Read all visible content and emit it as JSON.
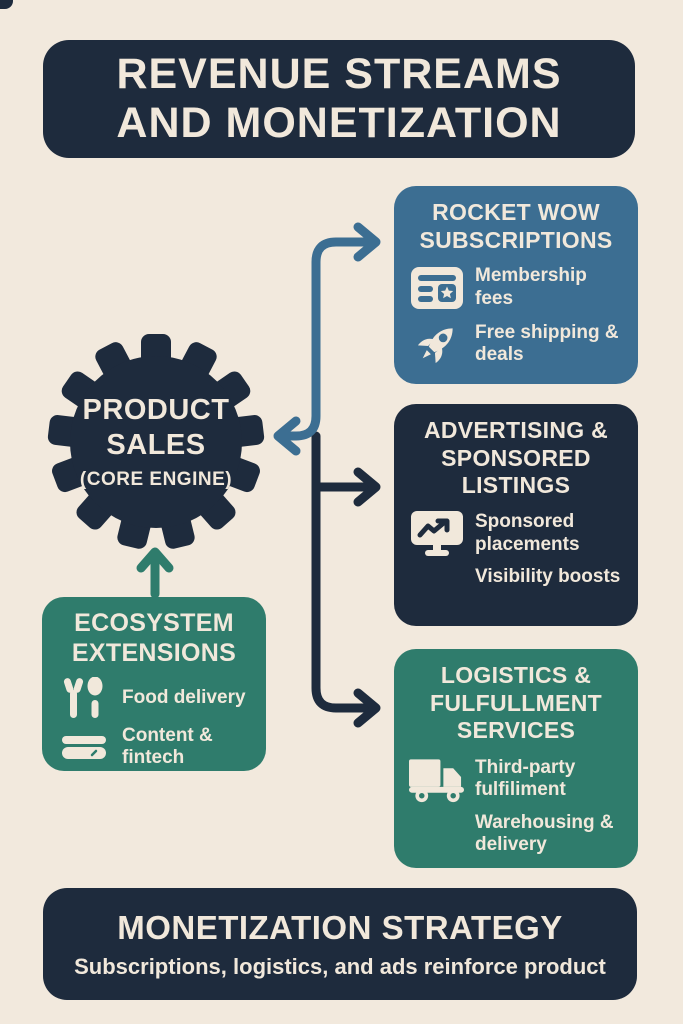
{
  "colors": {
    "background": "#f2e9dd",
    "navy": "#1e2b3d",
    "blue": "#3c6e92",
    "teal": "#2f7c6c",
    "cream": "#f1e8db"
  },
  "header": {
    "line1": "REVENUE STREAMS",
    "line2": "AND MONETIZATION"
  },
  "gear": {
    "line1": "PRODUCT",
    "line2": "SALES",
    "subtitle": "(CORE ENGINE)"
  },
  "panels": {
    "rocket": {
      "title": "ROCKET WOW SUBSCRIPTIONS",
      "items": [
        {
          "icon": "membership-card-icon",
          "label": "Membership fees"
        },
        {
          "icon": "rocket-icon",
          "label": "Free shipping & deals"
        }
      ]
    },
    "advertising": {
      "title": "ADVERTISING & SPONSORED LISTINGS",
      "items": [
        {
          "icon": "chart-monitor-icon",
          "label": "Sponsored placements"
        },
        {
          "icon": "",
          "label": "Visibility boosts"
        }
      ]
    },
    "ecosystem": {
      "title": "ECOSYSTEM EXTENSIONS",
      "items": [
        {
          "icon": "cutlery-icon",
          "label": "Food delivery"
        },
        {
          "icon": "cards-icon",
          "label": "Content & fintech"
        }
      ]
    },
    "logistics": {
      "title": "LOGISTICS & FULFULLMENT SERVICES",
      "items": [
        {
          "icon": "truck-icon",
          "label": "Third-party fulfiliment"
        },
        {
          "icon": "",
          "label": "Warehousing & delivery"
        }
      ]
    }
  },
  "footer": {
    "title": "MONETIZATION STRATEGY",
    "subtitle": "Subscriptions, logistics, and ads reinforce product"
  },
  "connectors": [
    {
      "name": "gear-to-rocket",
      "color": "#3c6e92"
    },
    {
      "name": "gear-to-advertising",
      "color": "#1e2b3d"
    },
    {
      "name": "gear-to-logistics",
      "color": "#1e2b3d"
    },
    {
      "name": "ecosystem-to-gear",
      "color": "#2f7c6c"
    }
  ]
}
